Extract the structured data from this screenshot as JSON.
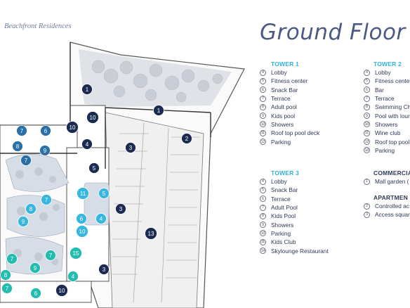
{
  "brand": "Beachfront Residences",
  "title": "Ground Floor",
  "tower1": {
    "heading": "TOWER 1",
    "items": [
      {
        "n": "4",
        "label": "Lobby"
      },
      {
        "n": "5",
        "label": "Fitness center"
      },
      {
        "n": "6",
        "label": "Snack Bar"
      },
      {
        "n": "7",
        "label": "Terrace"
      },
      {
        "n": "8",
        "label": "Adult pool"
      },
      {
        "n": "9",
        "label": "Kids pool"
      },
      {
        "n": "10",
        "label": "Showers"
      },
      {
        "n": "11",
        "label": "Roof top pool deck"
      },
      {
        "n": "12",
        "label": "Parking"
      }
    ]
  },
  "tower2": {
    "heading": "TOWER 2",
    "items": [
      {
        "n": "4",
        "label": "Lobby"
      },
      {
        "n": "5",
        "label": "Fitness center"
      },
      {
        "n": "6",
        "label": "Bar"
      },
      {
        "n": "7",
        "label": "Terrace"
      },
      {
        "n": "8",
        "label": "Swimming Ch"
      },
      {
        "n": "9",
        "label": "Pool with lour"
      },
      {
        "n": "10",
        "label": "Showers"
      },
      {
        "n": "11",
        "label": "Wine club"
      },
      {
        "n": "12",
        "label": "Roof top pool"
      },
      {
        "n": "13",
        "label": "Parking"
      }
    ]
  },
  "tower3": {
    "heading": "TOWER 3",
    "items": [
      {
        "n": "4",
        "label": "Lobby"
      },
      {
        "n": "5",
        "label": "Snack Bar"
      },
      {
        "n": "6",
        "label": "Terrace"
      },
      {
        "n": "7",
        "label": "Adult Pool"
      },
      {
        "n": "8",
        "label": "Kids Pool"
      },
      {
        "n": "9",
        "label": "Showers"
      },
      {
        "n": "10",
        "label": "Parking"
      },
      {
        "n": "11",
        "label": "Kids Club"
      },
      {
        "n": "14",
        "label": "Skylounge Restaurant"
      }
    ]
  },
  "commercial": {
    "heading": "COMMERCIA",
    "items": [
      {
        "n": "1",
        "label": "Mall garden ("
      }
    ]
  },
  "apartments": {
    "heading": "APARTMEN",
    "items": [
      {
        "n": "2",
        "label": "Controlled ac"
      },
      {
        "n": "3",
        "label": "Access square"
      }
    ]
  },
  "colors": {
    "navy": "#1c2b52",
    "mid": "#2a6fa8",
    "light": "#37b7e0",
    "teal": "#22bcb0"
  },
  "markers": [
    {
      "n": "1",
      "c": "navy"
    },
    {
      "n": "1",
      "c": "navy"
    },
    {
      "n": "2",
      "c": "navy"
    },
    {
      "n": "3",
      "c": "navy"
    },
    {
      "n": "3",
      "c": "navy"
    },
    {
      "n": "3",
      "c": "navy"
    },
    {
      "n": "13",
      "c": "navy"
    },
    {
      "n": "10",
      "c": "navy"
    },
    {
      "n": "10",
      "c": "navy"
    },
    {
      "n": "4",
      "c": "navy"
    },
    {
      "n": "5",
      "c": "navy"
    },
    {
      "n": "7",
      "c": "mid"
    },
    {
      "n": "6",
      "c": "mid"
    },
    {
      "n": "8",
      "c": "mid"
    },
    {
      "n": "9",
      "c": "mid"
    },
    {
      "n": "7",
      "c": "mid"
    },
    {
      "n": "11",
      "c": "light"
    },
    {
      "n": "5",
      "c": "light"
    },
    {
      "n": "7",
      "c": "light"
    },
    {
      "n": "8",
      "c": "light"
    },
    {
      "n": "9",
      "c": "light"
    },
    {
      "n": "6",
      "c": "light"
    },
    {
      "n": "4",
      "c": "light"
    },
    {
      "n": "10",
      "c": "light"
    },
    {
      "n": "15",
      "c": "teal"
    },
    {
      "n": "7",
      "c": "teal"
    },
    {
      "n": "7",
      "c": "teal"
    },
    {
      "n": "8",
      "c": "teal"
    },
    {
      "n": "9",
      "c": "teal"
    },
    {
      "n": "4",
      "c": "teal"
    },
    {
      "n": "7",
      "c": "teal"
    },
    {
      "n": "6",
      "c": "teal"
    },
    {
      "n": "10",
      "c": "navy"
    }
  ]
}
